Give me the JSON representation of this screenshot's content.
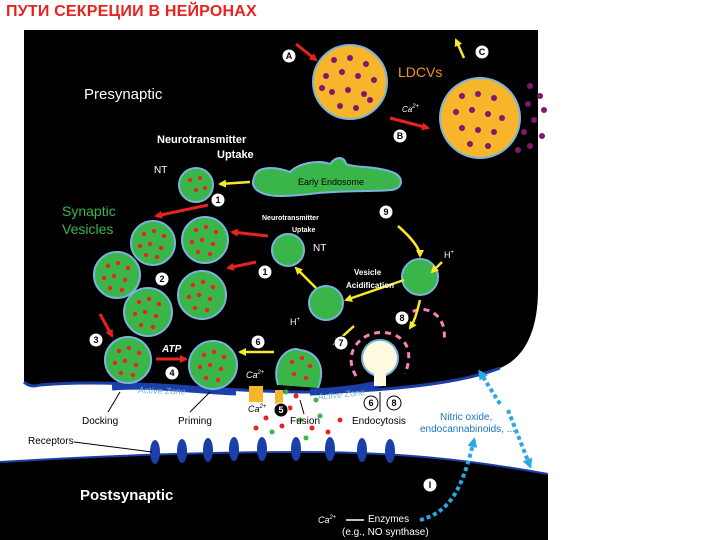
{
  "title": "ПУТИ СЕКРЕЦИИ В НЕЙРОНАХ",
  "colors": {
    "title": "#e8231f",
    "terminal": "#000000",
    "vesicle_green": "#3ab54a",
    "vesicle_dot": "#e8231f",
    "ldcv_fill": "#f7b52b",
    "ldcv_dot": "#7b1a6e",
    "arrow_red": "#e8231f",
    "arrow_yellow": "#f7e829",
    "label_green": "#3ab54a",
    "label_orange": "#f7941d",
    "label_blue": "#1b75bc",
    "active_zone": "#1b3fa8"
  },
  "labels": {
    "presynaptic": "Presynaptic",
    "postsynaptic": "Postsynaptic",
    "ldcvs": "LDCVs",
    "synaptic_vesicles_1": "Synaptic",
    "synaptic_vesicles_2": "Vesicles",
    "nt_uptake_1": "Neurotransmitter",
    "nt_uptake_2": "Uptake",
    "nt_uptake_small_1": "Neurotransmitter",
    "nt_uptake_small_2": "Uptake",
    "nt_top": "NT",
    "nt_mid": "NT",
    "early_endosome": "Early Endosome",
    "vesicle_acidification_1": "Vesicle",
    "vesicle_acidification_2": "Acidification",
    "h_plus_1": "H",
    "h_plus_2": "H",
    "ca_top": "Ca",
    "ca_mid": "Ca",
    "ca_low": "Ca",
    "ca_post": "Ca",
    "atp": "ATP",
    "active_zone_left": "Active Zone",
    "active_zone_right": "Active Zone",
    "docking": "Docking",
    "priming": "Priming",
    "fusion": "Fusion",
    "endocytosis": "Endocytosis",
    "receptors": "Receptors",
    "nitric_oxide_1": "Nitric oxide,",
    "nitric_oxide_2": "endocannabinoids, ...",
    "enzymes_1": "Enzymes",
    "enzymes_2": "(e.g., NO synthase)"
  },
  "steps": {
    "a": "A",
    "b": "B",
    "c": "C",
    "s1a": "1",
    "s1b": "1",
    "s2": "2",
    "s3": "3",
    "s4": "4",
    "s5": "5",
    "s6": "6",
    "s7": "7",
    "s8": "8",
    "s9": "9",
    "s6s8_a": "6",
    "s6s8_sep": "-",
    "s6s8_b": "8",
    "sI": "I"
  }
}
